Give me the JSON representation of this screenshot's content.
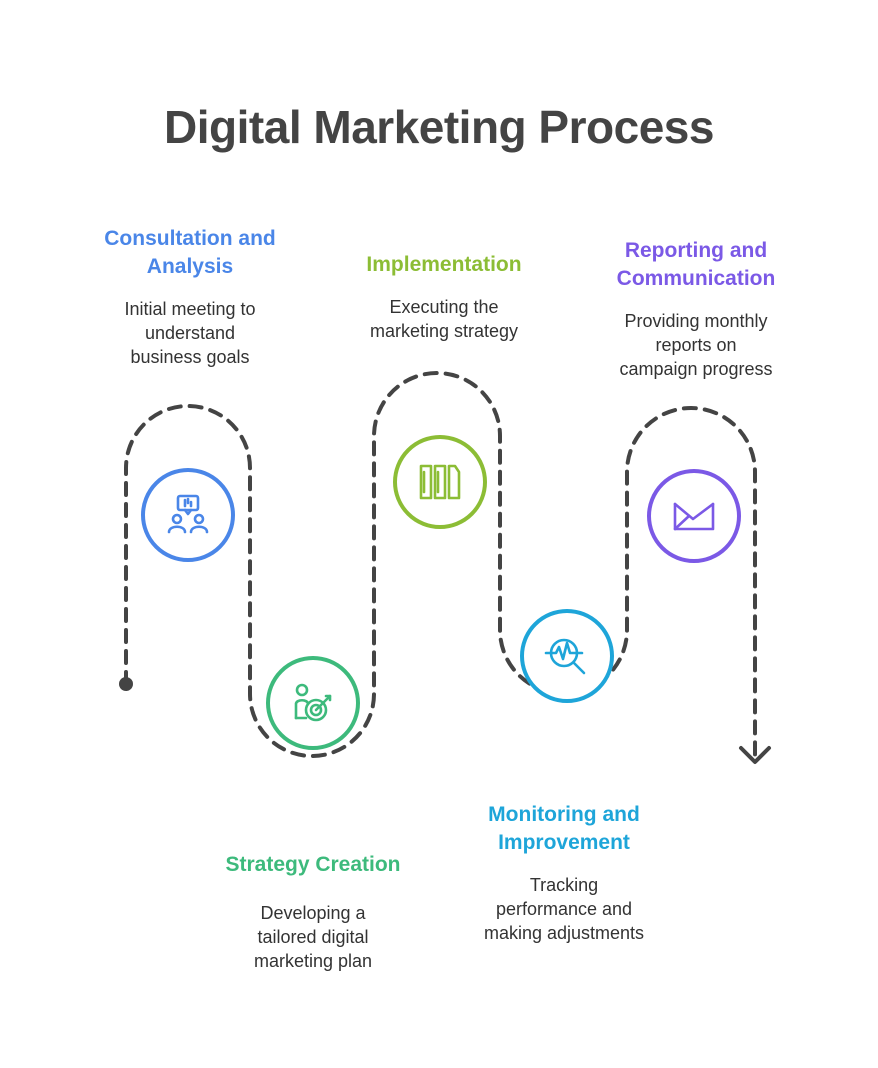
{
  "title": "Digital Marketing Process",
  "steps": [
    {
      "label_line1": "Consultation and",
      "label_line2": "Analysis",
      "desc_lines": [
        "Initial meeting to",
        "understand",
        "business goals"
      ],
      "color": "#4a86e8",
      "icon": "meeting-icon"
    },
    {
      "label_line1": "Strategy Creation",
      "label_line2": "",
      "desc_lines": [
        "Developing a",
        "tailored digital",
        "marketing plan"
      ],
      "color": "#3dba7c",
      "icon": "target-person-icon"
    },
    {
      "label_line1": "Implementation",
      "label_line2": "",
      "desc_lines": [
        "Executing the",
        "marketing strategy"
      ],
      "color": "#8cbd35",
      "icon": "columns-icon"
    },
    {
      "label_line1": "Monitoring and",
      "label_line2": "Improvement",
      "desc_lines": [
        "Tracking",
        "performance and",
        "making adjustments"
      ],
      "color": "#1ea5d9",
      "icon": "pulse-magnifier-icon"
    },
    {
      "label_line1": "Reporting and",
      "label_line2": "Communication",
      "desc_lines": [
        "Providing monthly",
        "reports on",
        "campaign progress"
      ],
      "color": "#7b59e6",
      "icon": "mail-icon"
    }
  ]
}
